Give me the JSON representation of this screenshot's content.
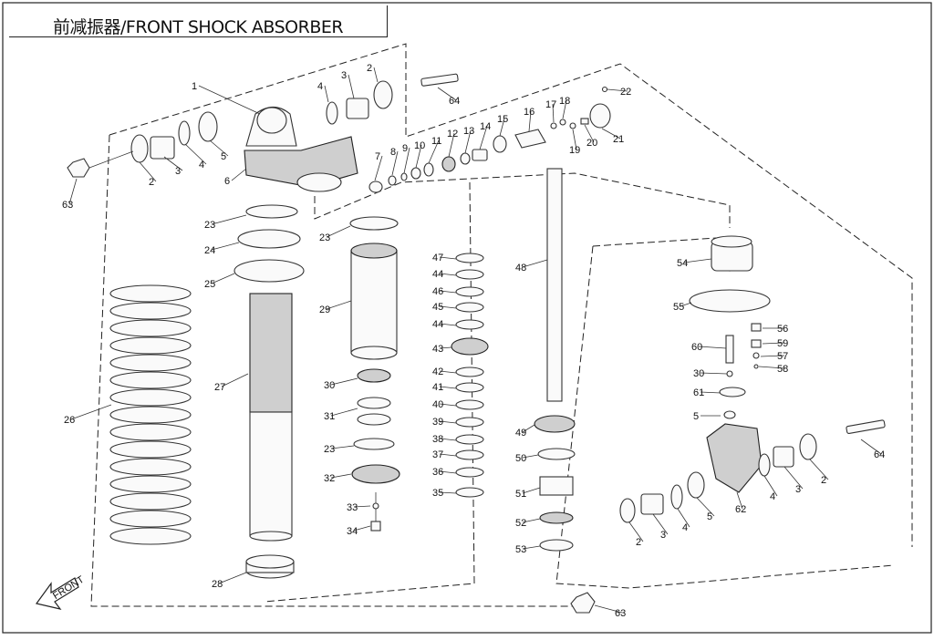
{
  "title": "前减振器/FRONT SHOCK ABSORBER",
  "front_marker": "FRONT",
  "callouts": [
    {
      "id": "c1",
      "n": "1"
    },
    {
      "id": "c2a",
      "n": "2"
    },
    {
      "id": "c3a",
      "n": "3"
    },
    {
      "id": "c4a",
      "n": "4"
    },
    {
      "id": "c2b",
      "n": "2"
    },
    {
      "id": "c3b",
      "n": "3"
    },
    {
      "id": "c4b",
      "n": "4"
    },
    {
      "id": "c5a",
      "n": "5"
    },
    {
      "id": "c6",
      "n": "6"
    },
    {
      "id": "c63a",
      "n": "63"
    },
    {
      "id": "c64a",
      "n": "64"
    },
    {
      "id": "c7",
      "n": "7"
    },
    {
      "id": "c8",
      "n": "8"
    },
    {
      "id": "c9",
      "n": "9"
    },
    {
      "id": "c10",
      "n": "10"
    },
    {
      "id": "c11",
      "n": "11"
    },
    {
      "id": "c12",
      "n": "12"
    },
    {
      "id": "c13",
      "n": "13"
    },
    {
      "id": "c14",
      "n": "14"
    },
    {
      "id": "c15",
      "n": "15"
    },
    {
      "id": "c16",
      "n": "16"
    },
    {
      "id": "c17",
      "n": "17"
    },
    {
      "id": "c18",
      "n": "18"
    },
    {
      "id": "c19",
      "n": "19"
    },
    {
      "id": "c20",
      "n": "20"
    },
    {
      "id": "c21",
      "n": "21"
    },
    {
      "id": "c22",
      "n": "22"
    },
    {
      "id": "c23a",
      "n": "23"
    },
    {
      "id": "c24",
      "n": "24"
    },
    {
      "id": "c25",
      "n": "25"
    },
    {
      "id": "c26",
      "n": "26"
    },
    {
      "id": "c27",
      "n": "27"
    },
    {
      "id": "c28",
      "n": "28"
    },
    {
      "id": "c23b",
      "n": "23"
    },
    {
      "id": "c29",
      "n": "29"
    },
    {
      "id": "c30a",
      "n": "30"
    },
    {
      "id": "c31a",
      "n": "31"
    },
    {
      "id": "c23c",
      "n": "23"
    },
    {
      "id": "c32",
      "n": "32"
    },
    {
      "id": "c33",
      "n": "33"
    },
    {
      "id": "c34",
      "n": "34"
    },
    {
      "id": "c47",
      "n": "47"
    },
    {
      "id": "c64b",
      "n": "44"
    },
    {
      "id": "c46",
      "n": "46"
    },
    {
      "id": "c45",
      "n": "45"
    },
    {
      "id": "c44",
      "n": "44"
    },
    {
      "id": "c43",
      "n": "43"
    },
    {
      "id": "c42",
      "n": "42"
    },
    {
      "id": "c41",
      "n": "41"
    },
    {
      "id": "c40",
      "n": "40"
    },
    {
      "id": "c39",
      "n": "39"
    },
    {
      "id": "c38",
      "n": "38"
    },
    {
      "id": "c37",
      "n": "37"
    },
    {
      "id": "c36",
      "n": "36"
    },
    {
      "id": "c35",
      "n": "35"
    },
    {
      "id": "c48",
      "n": "48"
    },
    {
      "id": "c49",
      "n": "49"
    },
    {
      "id": "c50",
      "n": "50"
    },
    {
      "id": "c51",
      "n": "51"
    },
    {
      "id": "c52",
      "n": "52"
    },
    {
      "id": "c53",
      "n": "53"
    },
    {
      "id": "c54",
      "n": "54"
    },
    {
      "id": "c55",
      "n": "55"
    },
    {
      "id": "c56",
      "n": "56"
    },
    {
      "id": "c57",
      "n": "57"
    },
    {
      "id": "c58",
      "n": "58"
    },
    {
      "id": "c59",
      "n": "59"
    },
    {
      "id": "c60",
      "n": "60"
    },
    {
      "id": "c30b",
      "n": "30"
    },
    {
      "id": "c61",
      "n": "61"
    },
    {
      "id": "c62",
      "n": "62"
    },
    {
      "id": "c2c",
      "n": "2"
    },
    {
      "id": "c3c",
      "n": "3"
    },
    {
      "id": "c4c",
      "n": "4"
    },
    {
      "id": "c5b",
      "n": "5"
    },
    {
      "id": "c2d",
      "n": "2"
    },
    {
      "id": "c3d",
      "n": "3"
    },
    {
      "id": "c4d",
      "n": "4"
    },
    {
      "id": "c64c",
      "n": "64"
    },
    {
      "id": "c63b",
      "n": "63"
    },
    {
      "id": "c5c",
      "n": "5"
    }
  ]
}
